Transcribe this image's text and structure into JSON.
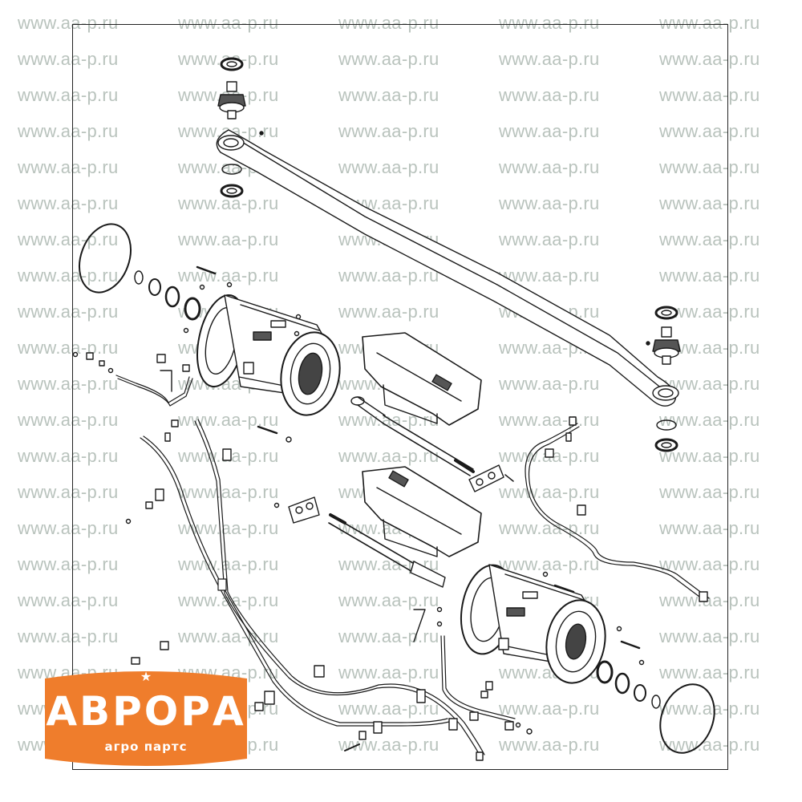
{
  "watermark": {
    "text": "www.aa-p.ru",
    "color": "#b9c3bd"
  },
  "logo": {
    "word": "АВРОРА",
    "subtitle": "агро партс",
    "color": "#ef7d2c",
    "star_icon": "star-icon"
  }
}
